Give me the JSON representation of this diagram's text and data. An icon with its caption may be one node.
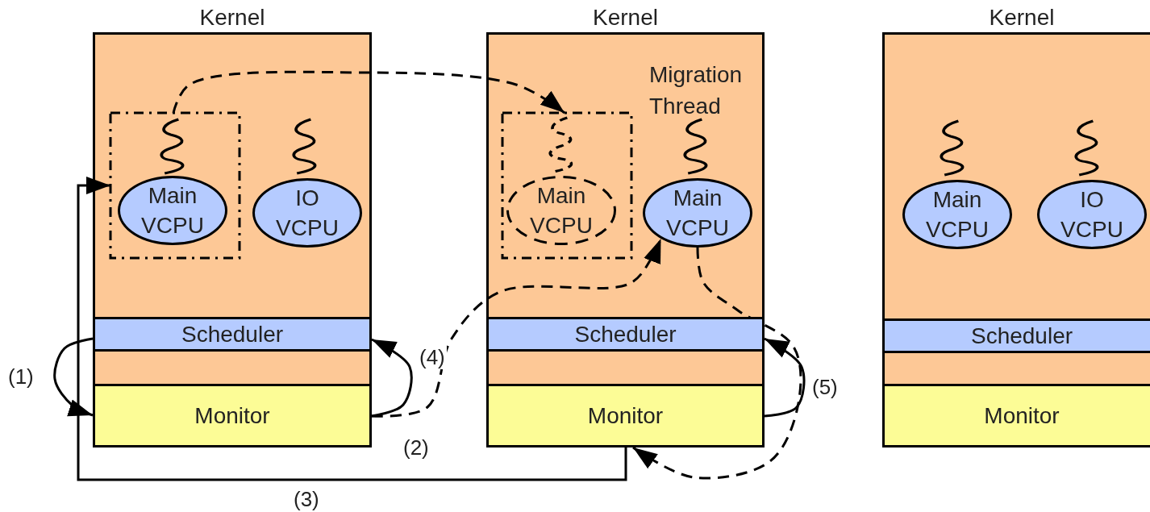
{
  "diagram": {
    "nodes": [
      {
        "text": [
          "Kernel"
        ]
      },
      {
        "text": [],
        "shape": "box",
        "in": 0
      },
      {
        "text": [
          "Main VCPU"
        ],
        "in": 1
      },
      {
        "text": [
          "IO VCPU"
        ],
        "in": 0
      },
      {
        "text": [
          "Scheduler"
        ],
        "in": 0
      },
      {
        "text": [
          "Monitor"
        ],
        "in": 0
      },
      {
        "text": [
          "Kernel"
        ]
      },
      {
        "text": [],
        "shape": "box",
        "in": 6
      },
      {
        "text": [
          "Main VCPU"
        ],
        "in": 7
      },
      {
        "text": [
          "Main VCPU"
        ],
        "in": 6
      },
      {
        "text": [
          "Scheduler"
        ],
        "in": 6
      },
      {
        "text": [
          "Monitor"
        ],
        "in": 6
      },
      {
        "text": [
          "Kernel"
        ]
      },
      {
        "text": [
          "Main VCPU"
        ],
        "in": 12
      },
      {
        "text": [
          "IO VCPU"
        ],
        "in": 12
      },
      {
        "text": [
          "Scheduler"
        ],
        "in": 12
      },
      {
        "text": [
          "Monitor"
        ],
        "in": 12
      }
    ],
    "edges": [
      {
        "from": 4,
        "to": 5,
        "arrow": "to",
        "label": "(1)"
      },
      {
        "from": 5,
        "to": 9,
        "arrow": "to",
        "label": "(2)",
        "style": "dashed"
      },
      {
        "from": 11,
        "to": 1,
        "arrow": "to",
        "label": "(3)"
      },
      {
        "from": 5,
        "to": 4,
        "arrow": "to",
        "label": "(4)"
      },
      {
        "from": 11,
        "to": 10,
        "arrow": "to",
        "label": "(5)"
      },
      {
        "from": 9,
        "to": 11,
        "arrow": "to",
        "style": "dashed"
      },
      {
        "from": 1,
        "to": 7,
        "arrow": "to",
        "style": "dashed"
      }
    ],
    "labels": [
      "Migration Thread"
    ]
  }
}
